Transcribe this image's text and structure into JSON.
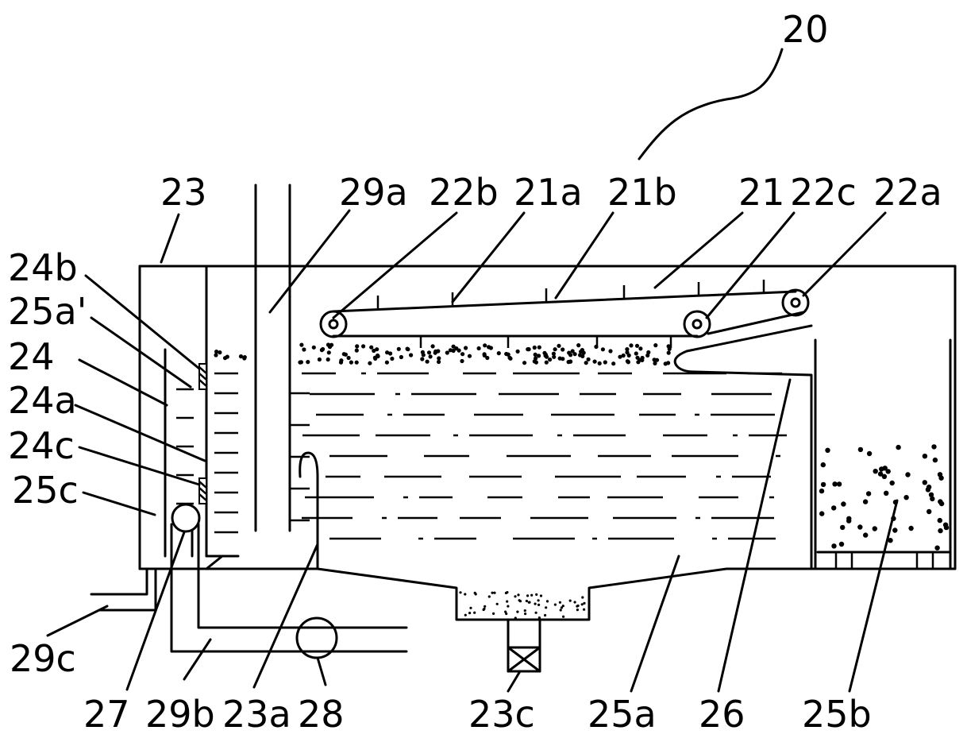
{
  "labels": {
    "l20": "20",
    "l23": "23",
    "l29a": "29a",
    "l22b": "22b",
    "l21a": "21a",
    "l21b": "21b",
    "l21": "21",
    "l22c": "22c",
    "l22a": "22a",
    "l24b": "24b",
    "l25a_prime": "25a'",
    "l24": "24",
    "l24a": "24a",
    "l24c": "24c",
    "l25c": "25c",
    "l29c": "29c",
    "l27": "27",
    "l29b": "29b",
    "l23a": "23a",
    "l28": "28",
    "l23c": "23c",
    "l25a": "25a",
    "l26": "26",
    "l25b": "25b"
  }
}
